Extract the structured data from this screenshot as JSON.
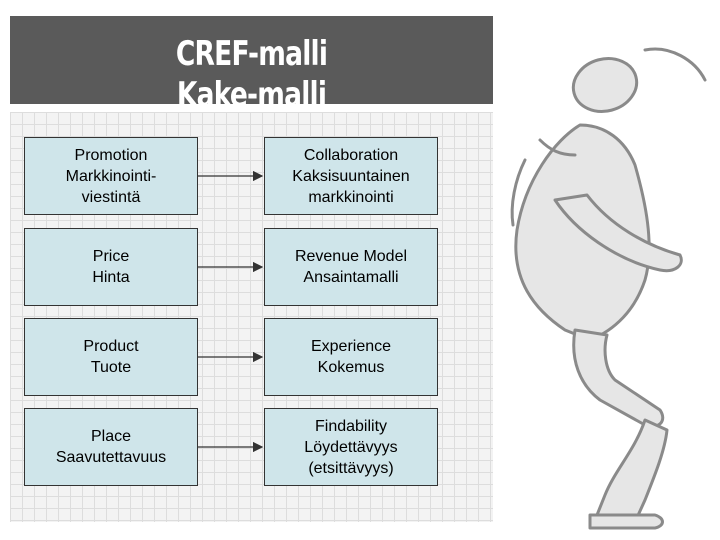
{
  "title": {
    "line1": "CREF-malli",
    "line2": "Kake-malli"
  },
  "rows": [
    {
      "left": [
        "Promotion",
        "Markkinointi-",
        "viestintä"
      ],
      "right": [
        "Collaboration",
        "Kaksisuuntainen",
        "markkinointi"
      ]
    },
    {
      "left": [
        "Price",
        "Hinta"
      ],
      "right": [
        "Revenue Model",
        "Ansaintamalli"
      ]
    },
    {
      "left": [
        "Product",
        "Tuote"
      ],
      "right": [
        "Experience",
        "Kokemus"
      ]
    },
    {
      "left": [
        "Place",
        "Saavutettavuus"
      ],
      "right": [
        "Findability",
        "Löydettävyys",
        "(etsittävyys)"
      ]
    }
  ],
  "colors": {
    "title_bg": "#5a5a5a",
    "box_fill": "#cfe5ea",
    "grid_bg": "#f3f3f3"
  },
  "icons": {
    "decoration": "person-carrying-figure"
  }
}
